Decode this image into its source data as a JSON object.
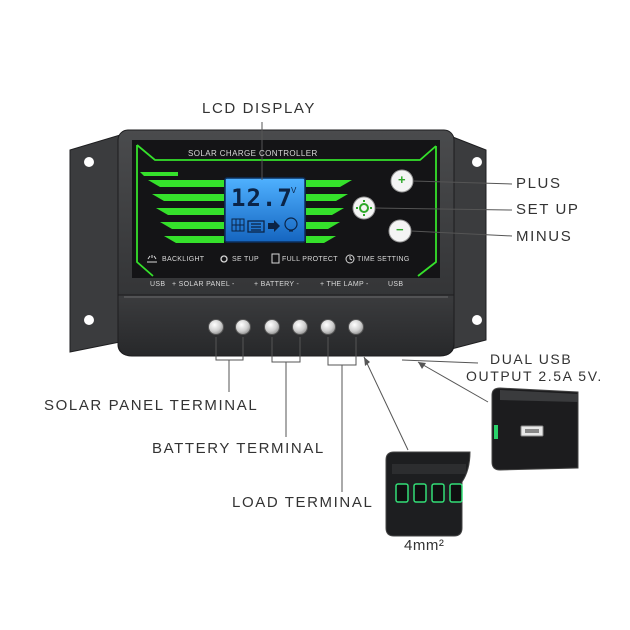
{
  "callouts": {
    "lcd_display": "LCD  DISPLAY",
    "plus": "PLUS",
    "set_up": "SET  UP",
    "minus": "MINUS",
    "dual_usb_line1": "DUAL  USB",
    "dual_usb_line2": "OUTPUT  2.5A  5V.",
    "solar_panel_terminal": "SOLAR  PANEL  TERMINAL",
    "battery_terminal": "BATTERY  TERMINAL",
    "load_terminal": "LOAD  TERMINAL",
    "wire_size": "4mm²"
  },
  "panel": {
    "title": "SOLAR CHARGE CONTROLLER",
    "lcd_reading": "12.7",
    "lcd_unit": "V",
    "status_labels": [
      "BACKLIGHT",
      "SE TUP",
      "FULL PROTECT",
      "TIME SETTING"
    ],
    "ports": {
      "usb_left": "USB",
      "solar_panel": "+ SOLAR PANEL -",
      "battery": "+ BATTERY -",
      "lamp": "+ THE LAMP -",
      "usb_right": "USB"
    },
    "buttons": {
      "plus_symbol": "+",
      "minus_symbol": "−"
    }
  },
  "colors": {
    "accent_green": "#35e12b",
    "lcd_blue": "#1e88e5",
    "body_dark": "#3a3b3d",
    "face_black": "#141416"
  }
}
